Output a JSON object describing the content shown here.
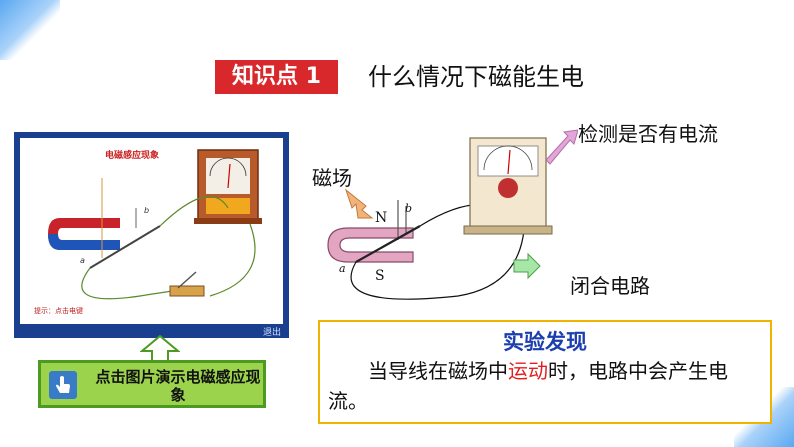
{
  "header": {
    "badge": "知识点 1",
    "title": "什么情况下磁能生电"
  },
  "video": {
    "title": "电磁感应现象",
    "hint": "提示：点击电键",
    "exit": "退出",
    "label_a": "a",
    "label_b": "b"
  },
  "action_button": {
    "label": "点击图片演示电磁感应现象",
    "icon": "hand-pointer-icon"
  },
  "diagram": {
    "magnetic_field": "磁场",
    "detect_current": "检测是否有电流",
    "closed_circuit": "闭合电路",
    "pole_n": "N",
    "pole_s": "S",
    "label_a": "a",
    "label_b": "b"
  },
  "finding": {
    "title": "实验发现",
    "text_before": "当导线在磁场中",
    "text_highlight": "运动",
    "text_after": "时，电路中会产生电流。"
  },
  "colors": {
    "badge_bg": "#d9282c",
    "finding_title": "#1d3fae",
    "highlight": "#e02020",
    "button_bg": "#9bd44c",
    "box_border": "#f0b400"
  }
}
